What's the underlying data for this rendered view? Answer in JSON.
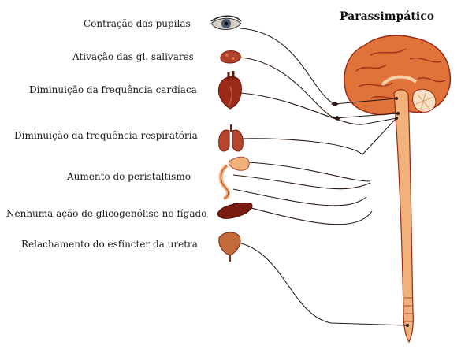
{
  "title": "Parassimpático",
  "effects": [
    {
      "label": "Contração das pupilas",
      "organ": "eye-icon"
    },
    {
      "label": "Ativação das gl. salivares",
      "organ": "salivary-gland-icon"
    },
    {
      "label": "Diminuição da frequência cardíaca",
      "organ": "heart-icon"
    },
    {
      "label": "Diminuição da frequência respiratória",
      "organ": "lungs-icon"
    },
    {
      "label": "Aumento do peristaltismo",
      "organ": "stomach-intestine-icon"
    },
    {
      "label": "Nenhuma ação de glicogenólise no fígado",
      "organ": "liver-icon"
    },
    {
      "label": "Relachamento do esfíncter da uretra",
      "organ": "bladder-icon"
    }
  ],
  "colors": {
    "brain": "#e0733a",
    "spine": "#f0b27a",
    "organ": "#9b2a18",
    "nerve": "#2b1a12"
  }
}
